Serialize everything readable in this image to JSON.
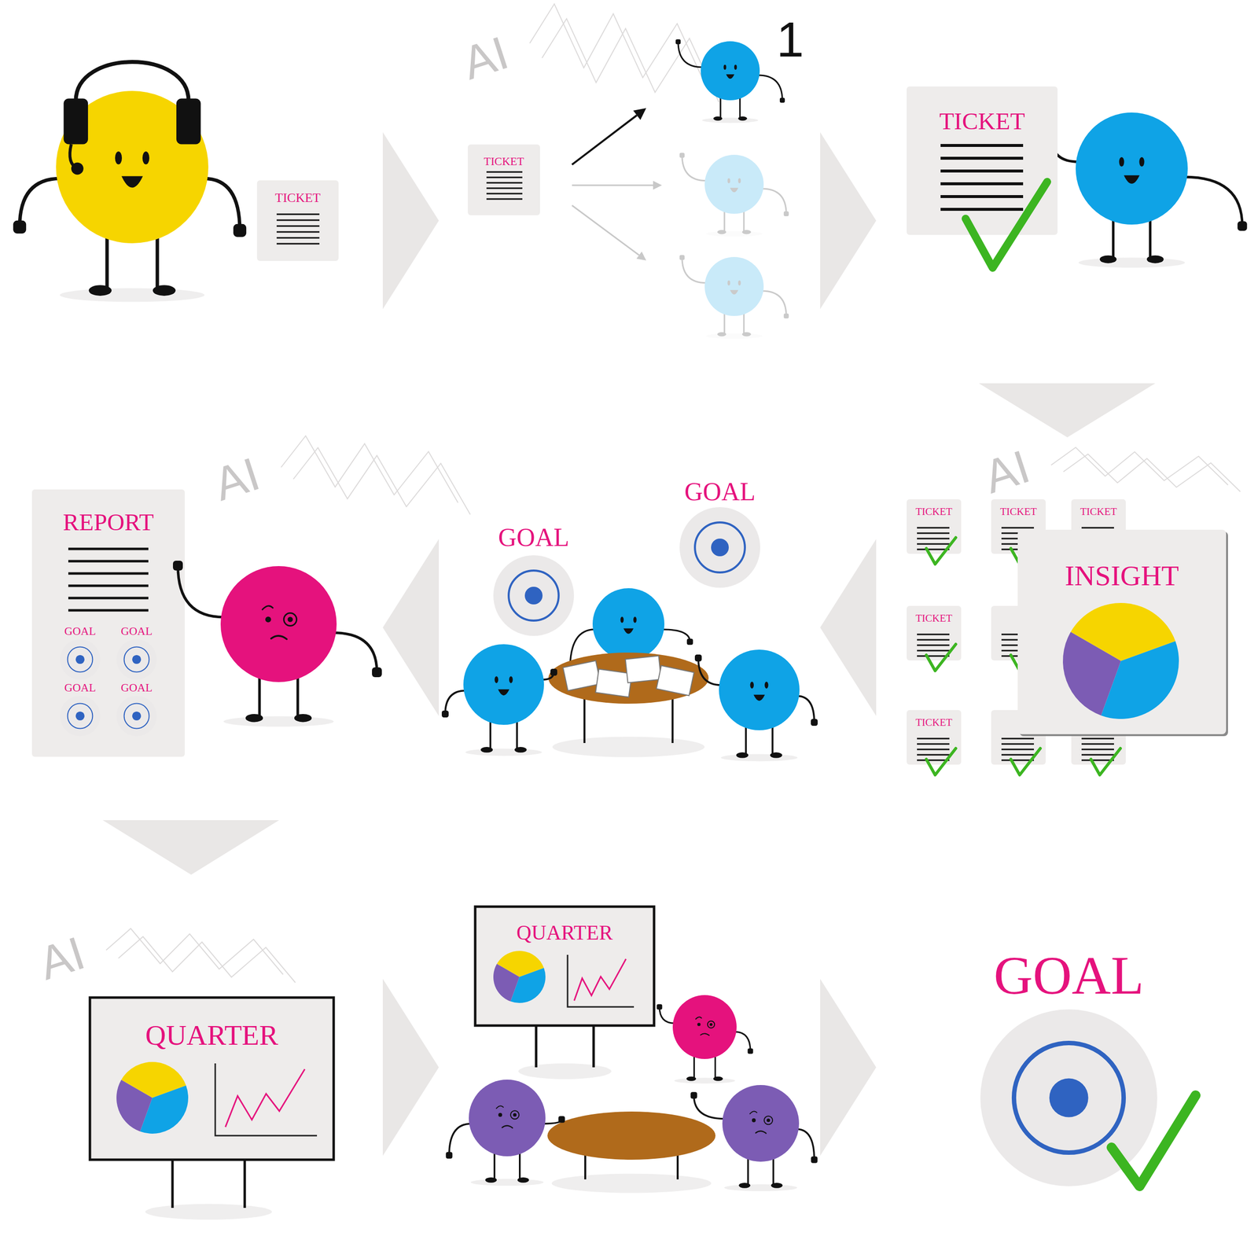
{
  "diagram": {
    "nodes": [
      {
        "text": [
          "TICKET"
        ]
      },
      {
        "text": [
          "TICKET"
        ]
      },
      {
        "text": [
          "TICKET"
        ]
      },
      {
        "text": [
          "REPORT"
        ]
      },
      {
        "text": [
          "GOAL"
        ],
        "in": 3
      },
      {
        "text": [
          "GOAL"
        ],
        "in": 3
      },
      {
        "text": [
          "GOAL"
        ],
        "in": 3
      },
      {
        "text": [
          "GOAL"
        ],
        "in": 3
      },
      {
        "text": [
          "GOAL"
        ]
      },
      {
        "text": [
          "GOAL"
        ]
      },
      {
        "text": [
          "TICKET"
        ]
      },
      {
        "text": [
          "TICKET"
        ]
      },
      {
        "text": [
          "TICKET"
        ]
      },
      {
        "text": [
          "TICKET"
        ]
      },
      {
        "text": [
          "TICKET"
        ]
      },
      {
        "text": [
          "INSIGHT"
        ]
      },
      {
        "text": [
          "QUARTER"
        ]
      },
      {
        "text": [
          "QUARTER"
        ]
      },
      {
        "text": [
          "GOAL"
        ]
      }
    ],
    "labels": [
      "AI",
      "1",
      "AI",
      "AI",
      "AI"
    ]
  }
}
